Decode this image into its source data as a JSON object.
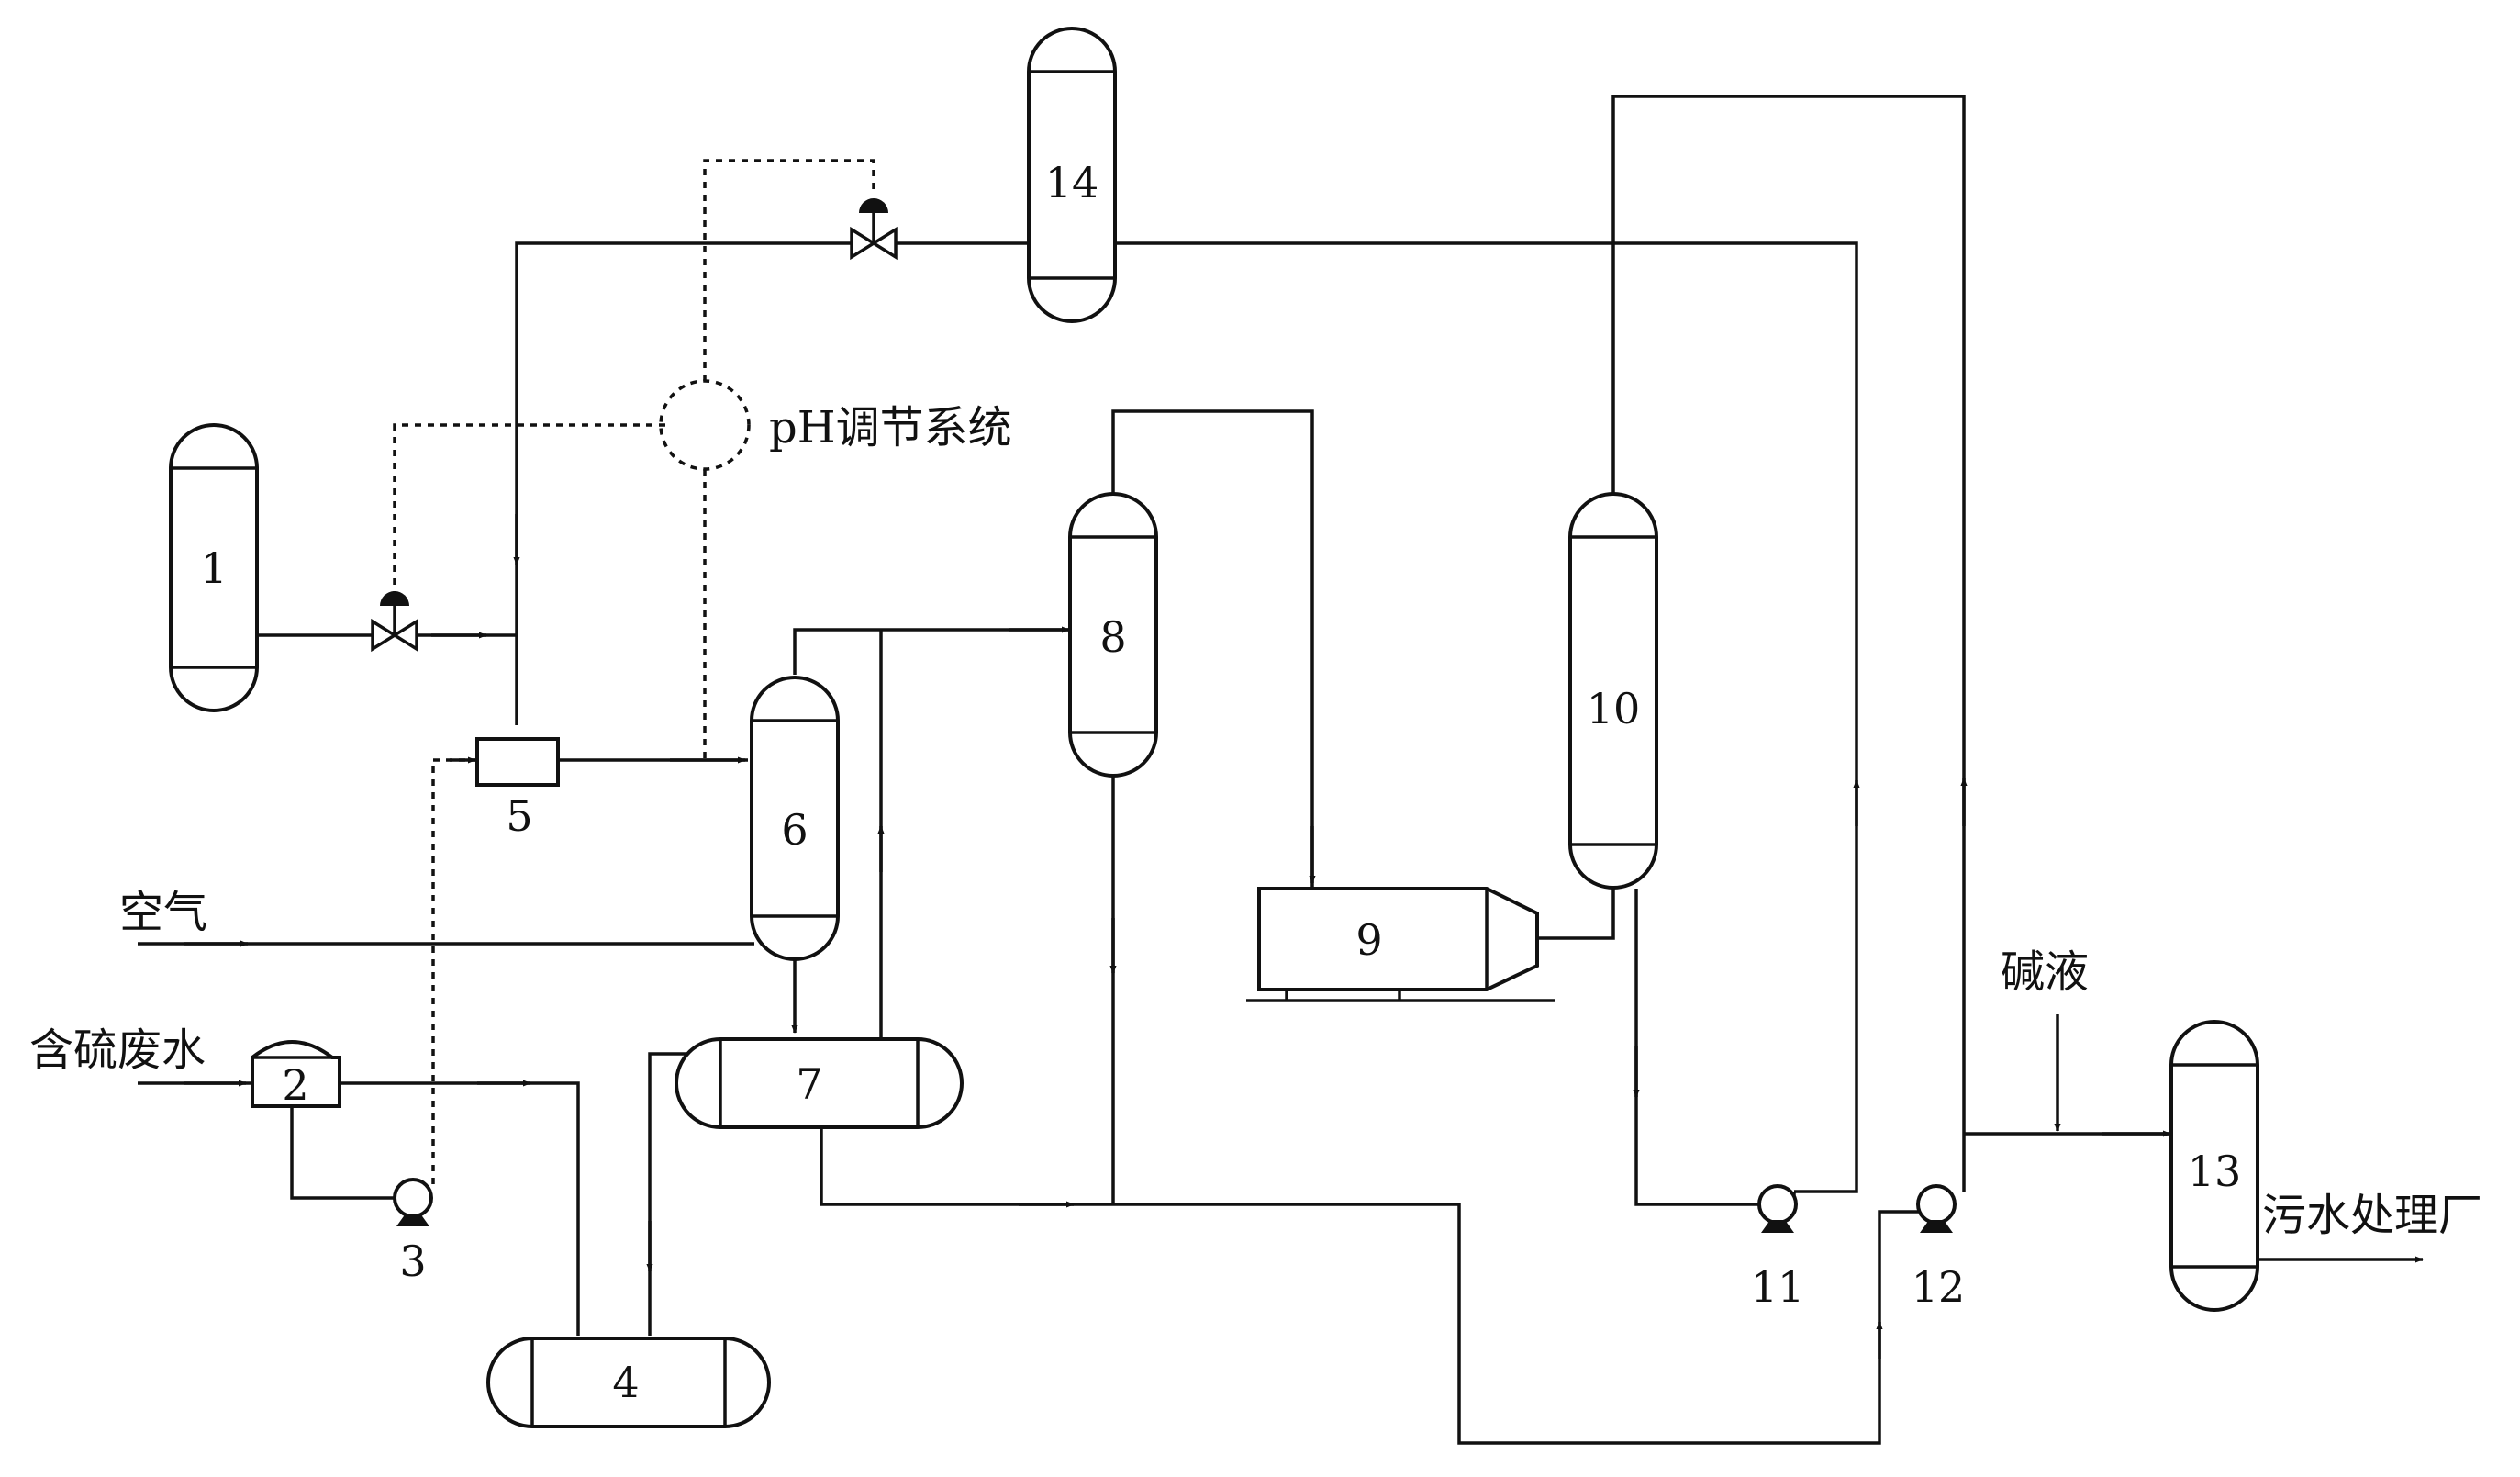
{
  "diagram": {
    "vessel_labels": {
      "v1": "1",
      "v2": "2",
      "v3": "3",
      "v4": "4",
      "v5": "5",
      "v6": "6",
      "v7": "7",
      "v8": "8",
      "v9": "9",
      "v10": "10",
      "v11": "11",
      "v12": "12",
      "v13": "13",
      "v14": "14"
    },
    "text_labels": {
      "ph_system": "pH调节系统",
      "air": "空气",
      "sulfur_wastewater": "含硫废水",
      "alkali": "碱液",
      "wwtp": "污水处理厂"
    }
  }
}
